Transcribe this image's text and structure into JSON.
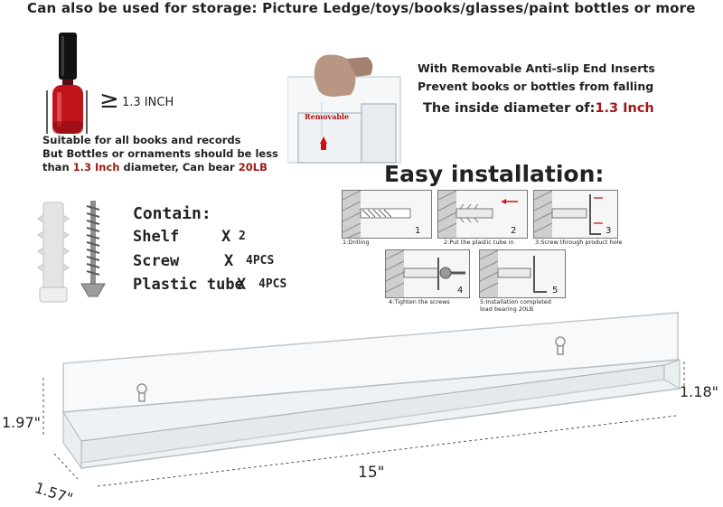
{
  "headline": "Can also be used for storage: Picture Ledge/toys/books/glasses/paint bottles or more",
  "height_spec": {
    "symbol": "≥",
    "value": "1.3 INCH"
  },
  "suitable": {
    "line1": "Suitable for all books and records",
    "line2": "But Bottles or ornaments should be less",
    "line3_pre": "than ",
    "line3_highlight": "1.3 Inch",
    "line3_mid": " diameter, Can bear ",
    "line3_weight": "20LB"
  },
  "removable": {
    "tag": "Removable",
    "line1": "With Removable Anti-slip End Inserts",
    "line2": "Prevent books or bottles from falling",
    "diameter_pre": "The inside diameter of:",
    "diameter_value": "1.3 Inch"
  },
  "contain": {
    "title": "Contain:",
    "items": [
      {
        "name": "Shelf",
        "x": "X",
        "qty": "2"
      },
      {
        "name": "Screw",
        "x": "X",
        "qty": "4PCS"
      },
      {
        "name": "Plastic tube",
        "x": "X",
        "qty": "4PCS"
      }
    ]
  },
  "installation": {
    "title": "Easy installation:",
    "steps": [
      {
        "num": "1",
        "label": "1:Drilling"
      },
      {
        "num": "2",
        "label": "2:Put the plastic tube in"
      },
      {
        "num": "3",
        "label": "3:Screw through product hole"
      },
      {
        "num": "4",
        "label": "4:Tighten the screws"
      },
      {
        "num": "5",
        "label": "5:Installation completed",
        "label2": "load bearing 20LB"
      }
    ]
  },
  "dimensions": {
    "height": "1.18\"",
    "back_height": "1.97\"",
    "depth": "1.57\"",
    "length": "15\""
  },
  "colors": {
    "accent_red": "#a01919",
    "text": "#222222",
    "polish_red": "#c0141c"
  }
}
